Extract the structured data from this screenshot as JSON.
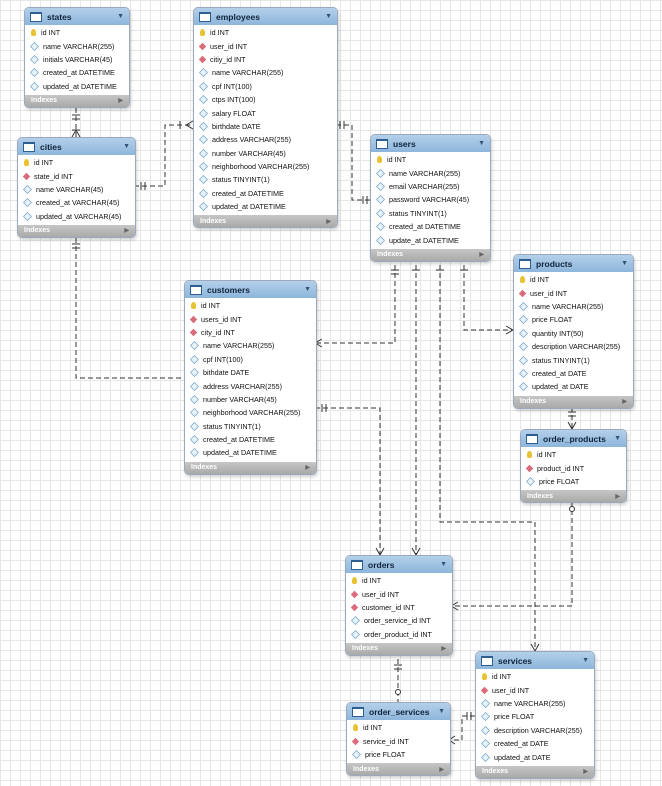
{
  "icons": {
    "table": "table-icon",
    "collapse": "chevron-down-icon",
    "key": "key-icon",
    "foreign_key": "foreign-key-icon",
    "column": "column-icon",
    "expand": "chevron-right-icon"
  },
  "colors": {
    "header": "#8db6dc",
    "footer": "#a9a9a9",
    "key": "#e8c233",
    "foreign_key": "#d96b7a",
    "line": "#333333"
  },
  "footer_label": "Indexes",
  "tables": [
    {
      "id": "states",
      "name": "states",
      "columns": [
        {
          "text": "id INT",
          "kind": "pk"
        },
        {
          "text": "name VARCHAR(255)",
          "kind": "col"
        },
        {
          "text": "initials VARCHAR(45)",
          "kind": "col"
        },
        {
          "text": "created_at DATETIME",
          "kind": "col"
        },
        {
          "text": "updated_at DATETIME",
          "kind": "col"
        }
      ]
    },
    {
      "id": "cities",
      "name": "cities",
      "columns": [
        {
          "text": "id INT",
          "kind": "pk"
        },
        {
          "text": "state_id INT",
          "kind": "fk"
        },
        {
          "text": "name VARCHAR(45)",
          "kind": "col"
        },
        {
          "text": "created_at VARCHAR(45)",
          "kind": "col"
        },
        {
          "text": "updated_at VARCHAR(45)",
          "kind": "col"
        }
      ]
    },
    {
      "id": "employees",
      "name": "employees",
      "columns": [
        {
          "text": "id INT",
          "kind": "pk"
        },
        {
          "text": "user_id INT",
          "kind": "fk"
        },
        {
          "text": "citiy_id INT",
          "kind": "fk"
        },
        {
          "text": "name VARCHAR(255)",
          "kind": "col"
        },
        {
          "text": "cpf INT(100)",
          "kind": "col"
        },
        {
          "text": "ctps INT(100)",
          "kind": "col"
        },
        {
          "text": "salary FLOAT",
          "kind": "col"
        },
        {
          "text": "birthdate DATE",
          "kind": "col"
        },
        {
          "text": "address VARCHAR(255)",
          "kind": "col"
        },
        {
          "text": "number VARCHAR(45)",
          "kind": "col"
        },
        {
          "text": "neighborhood VARCHAR(255)",
          "kind": "col"
        },
        {
          "text": "status TINYINT(1)",
          "kind": "col"
        },
        {
          "text": "created_at DATETIME",
          "kind": "col"
        },
        {
          "text": "updated_at DATETIME",
          "kind": "col"
        }
      ]
    },
    {
      "id": "users",
      "name": "users",
      "columns": [
        {
          "text": "id INT",
          "kind": "pk"
        },
        {
          "text": "name VARCHAR(255)",
          "kind": "col"
        },
        {
          "text": "email VARCHAR(255)",
          "kind": "col"
        },
        {
          "text": "password VARCHAR(45)",
          "kind": "col"
        },
        {
          "text": "status TINYINT(1)",
          "kind": "col"
        },
        {
          "text": "created_at DATETIME",
          "kind": "col"
        },
        {
          "text": "update_at DATETIME",
          "kind": "col"
        }
      ]
    },
    {
      "id": "products",
      "name": "products",
      "columns": [
        {
          "text": "id INT",
          "kind": "pk"
        },
        {
          "text": "user_id INT",
          "kind": "fk"
        },
        {
          "text": "name VARCHAR(255)",
          "kind": "col"
        },
        {
          "text": "price FLOAT",
          "kind": "col"
        },
        {
          "text": "quantity INT(50)",
          "kind": "col"
        },
        {
          "text": "description VARCHAR(255)",
          "kind": "col"
        },
        {
          "text": "status TINYINT(1)",
          "kind": "col"
        },
        {
          "text": "created_at DATE",
          "kind": "col"
        },
        {
          "text": "updated_at DATE",
          "kind": "col"
        }
      ]
    },
    {
      "id": "customers",
      "name": "customers",
      "columns": [
        {
          "text": "id INT",
          "kind": "pk"
        },
        {
          "text": "users_id INT",
          "kind": "fk"
        },
        {
          "text": "city_id INT",
          "kind": "fk"
        },
        {
          "text": "name VARCHAR(255)",
          "kind": "col"
        },
        {
          "text": "cpf INT(100)",
          "kind": "col"
        },
        {
          "text": "bithdate DATE",
          "kind": "col"
        },
        {
          "text": "address VARCHAR(255)",
          "kind": "col"
        },
        {
          "text": "number VARCHAR(45)",
          "kind": "col"
        },
        {
          "text": "neighborhood VARCHAR(255)",
          "kind": "col"
        },
        {
          "text": "status TINYINT(1)",
          "kind": "col"
        },
        {
          "text": "created_at DATETIME",
          "kind": "col"
        },
        {
          "text": "updated_at DATETIME",
          "kind": "col"
        }
      ]
    },
    {
      "id": "order_products",
      "name": "order_products",
      "columns": [
        {
          "text": "id INT",
          "kind": "pk"
        },
        {
          "text": "product_id INT",
          "kind": "fk"
        },
        {
          "text": "price FLOAT",
          "kind": "col"
        }
      ]
    },
    {
      "id": "orders",
      "name": "orders",
      "columns": [
        {
          "text": "id INT",
          "kind": "pk"
        },
        {
          "text": "user_id INT",
          "kind": "fk"
        },
        {
          "text": "customer_id INT",
          "kind": "fk"
        },
        {
          "text": "order_service_id INT",
          "kind": "col"
        },
        {
          "text": "order_product_id INT",
          "kind": "col"
        }
      ]
    },
    {
      "id": "services",
      "name": "services",
      "columns": [
        {
          "text": "id INT",
          "kind": "pk"
        },
        {
          "text": "user_id INT",
          "kind": "fk"
        },
        {
          "text": "name VARCHAR(255)",
          "kind": "col"
        },
        {
          "text": "price FLOAT",
          "kind": "col"
        },
        {
          "text": "description VARCHAR(255)",
          "kind": "col"
        },
        {
          "text": "created_at DATE",
          "kind": "col"
        },
        {
          "text": "updated_at DATE",
          "kind": "col"
        }
      ]
    },
    {
      "id": "order_services",
      "name": "order_services",
      "columns": [
        {
          "text": "id INT",
          "kind": "pk"
        },
        {
          "text": "service_id INT",
          "kind": "fk"
        },
        {
          "text": "price FLOAT",
          "kind": "col"
        }
      ]
    }
  ],
  "relationships": [
    {
      "from": "states",
      "to": "cities"
    },
    {
      "from": "cities",
      "to": "employees"
    },
    {
      "from": "employees",
      "to": "users"
    },
    {
      "from": "cities",
      "to": "customers"
    },
    {
      "from": "users",
      "to": "customers"
    },
    {
      "from": "users",
      "to": "products"
    },
    {
      "from": "users",
      "to": "orders"
    },
    {
      "from": "users",
      "to": "services"
    },
    {
      "from": "customers",
      "to": "orders"
    },
    {
      "from": "products",
      "to": "order_products"
    },
    {
      "from": "order_products",
      "to": "orders"
    },
    {
      "from": "orders",
      "to": "order_services"
    },
    {
      "from": "services",
      "to": "order_services"
    }
  ]
}
